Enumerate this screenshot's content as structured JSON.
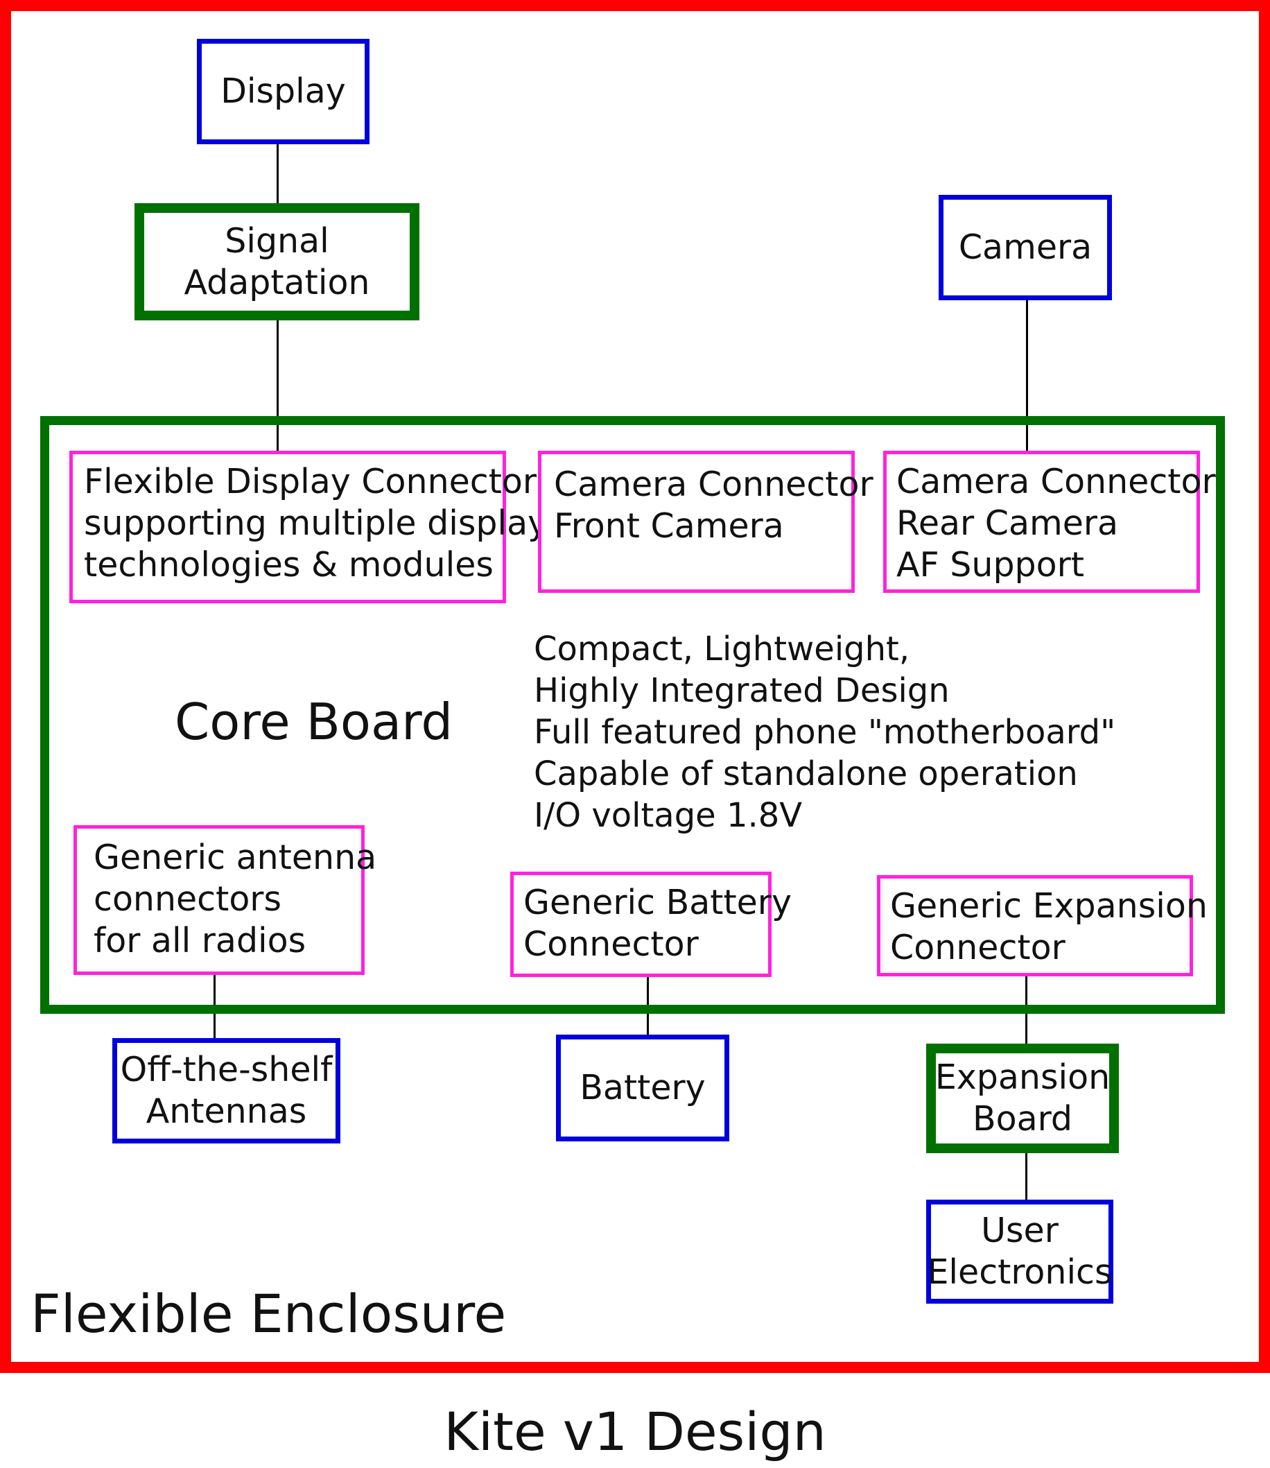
{
  "enclosure": {
    "label": "Flexible Enclosure"
  },
  "footer_title": "Kite v1 Design",
  "external": {
    "display": "Display",
    "signal_adaptation": [
      "Signal",
      "Adaptation"
    ],
    "camera": "Camera",
    "antennas": [
      "Off-the-shelf",
      "Antennas"
    ],
    "battery": "Battery",
    "expansion_board": [
      "Expansion",
      "Board"
    ],
    "user_electronics": [
      "User",
      "Electronics"
    ]
  },
  "core_board": {
    "label": "Core Board",
    "description": [
      "Compact, Lightweight,",
      "Highly Integrated Design",
      "Full featured phone \"motherboard\"",
      "Capable of standalone operation",
      "I/O voltage 1.8V"
    ],
    "connectors": {
      "display": [
        "Flexible Display Connector",
        "supporting multiple display",
        "technologies & modules"
      ],
      "front_camera": [
        "Camera Connector",
        "Front Camera"
      ],
      "rear_camera": [
        "Camera Connector",
        "Rear Camera",
        "AF Support"
      ],
      "antenna": [
        "Generic antenna",
        "connectors",
        "for all radios"
      ],
      "battery": [
        "Generic Battery",
        "Connector"
      ],
      "expansion": [
        "Generic Expansion",
        "Connector"
      ]
    }
  },
  "colors": {
    "enclosure": "#ff0000",
    "external_module": "#0000dd",
    "board": "#007000",
    "connector": "#ff22dd"
  }
}
